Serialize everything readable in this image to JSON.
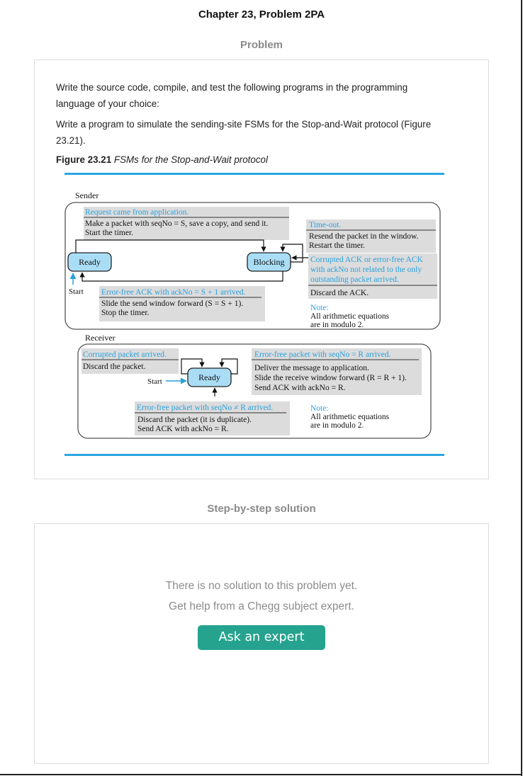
{
  "header": {
    "title": "Chapter 23, Problem 2PA"
  },
  "problem": {
    "section_label": "Problem",
    "paragraph_1_line_1": "Write the source code, compile, and test the following programs in the programming",
    "paragraph_1_line_2": "language of your choice:",
    "paragraph_2_line_1": "Write a program to simulate the sending-site FSMs for the Stop-and-Wait protocol (Figure",
    "paragraph_2_line_2": "23.21).",
    "figure_label": "Figure 23.21",
    "figure_title": "FSMs for the Stop-and-Wait protocol"
  },
  "figure": {
    "sender": {
      "label": "Sender",
      "box_request": {
        "event": "Request came from application.",
        "lines": [
          "Make a packet with seqNo = S, save a copy, and send it.",
          "Start the timer."
        ]
      },
      "state_ready": "Ready",
      "state_blocking": "Blocking",
      "start": "Start",
      "box_timeout": {
        "event": "Time-out.",
        "lines": [
          "Resend the packet in the window.",
          "Restart the timer."
        ]
      },
      "box_corrupted": {
        "event_lines": [
          "Corrupted ACK or error-free ACK",
          "with ackNo not related to the only",
          "outstanding packet arrived."
        ],
        "action": "Discard the ACK."
      },
      "box_errorfree": {
        "event": "Error-free ACK with ackNo = S + 1 arrived.",
        "lines": [
          "Slide the send window forward (S = S + 1).",
          "Stop the timer."
        ]
      },
      "note": {
        "title": "Note:",
        "lines": [
          "All arithmetic equations",
          "are in modulo 2."
        ]
      }
    },
    "receiver": {
      "label": "Receiver",
      "box_corrupted": {
        "event": "Corrupted packet arrived.",
        "action": "Discard the packet."
      },
      "state_ready": "Ready",
      "start": "Start",
      "box_errorfree": {
        "event": "Error-free packet with seqNo = R arrived.",
        "lines": [
          "Deliver the message to application.",
          "Slide the receive window forward  (R = R + 1).",
          "Send ACK with ackNo = R."
        ]
      },
      "box_duplicate": {
        "event": "Error-free packet with seqNo ≠ R arrived.",
        "lines": [
          "Discard the packet (it is duplicate).",
          "Send ACK with ackNo = R."
        ]
      },
      "note": {
        "title": "Note:",
        "lines": [
          "All arithmetic equations",
          "are in modulo 2."
        ]
      }
    }
  },
  "solution": {
    "section_label": "Step-by-step solution",
    "empty_line_1": "There is no solution to this problem yet.",
    "empty_line_2": "Get help from a Chegg subject expert.",
    "ask_button": "Ask an expert"
  },
  "colors": {
    "accent": "#25a38f",
    "figure_blue": "#2aa7e0",
    "state_fill": "#a9ddf5",
    "box_fill": "#dcdcdd",
    "event_text": "#2aa1dc"
  }
}
